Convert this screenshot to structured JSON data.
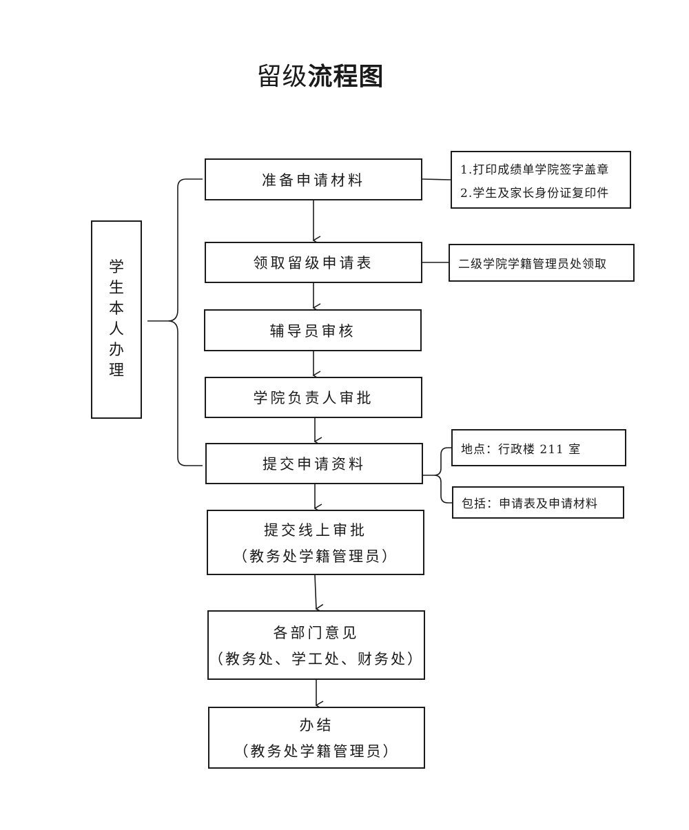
{
  "title": {
    "light": "留级",
    "bold": "流程图"
  },
  "sidebar": {
    "chars": [
      "学",
      "生",
      "本",
      "人",
      "办",
      "理"
    ]
  },
  "steps": {
    "prepare": {
      "line1": "准备申请材料"
    },
    "receive_form": {
      "line1": "领取留级申请表"
    },
    "counselor": {
      "line1": "辅导员审核"
    },
    "college": {
      "line1": "学院负责人审批"
    },
    "submit": {
      "line1": "提交申请资料"
    },
    "online": {
      "line1": "提交线上审批",
      "line2": "（教务处学籍管理员）"
    },
    "departments": {
      "line1": "各部门意见",
      "line2": "（教务处、学工处、财务处）"
    },
    "complete": {
      "line1": "办结",
      "line2": "（教务处学籍管理员）"
    }
  },
  "notes": {
    "prepare": {
      "line1": "1.打印成绩单学院签字盖章",
      "line2": "2.学生及家长身份证复印件"
    },
    "receive_form": {
      "line1": "二级学院学籍管理员处领取"
    },
    "location": {
      "line1": "地点：行政楼 211 室"
    },
    "includes": {
      "line1": "包括：申请表及申请材料"
    }
  }
}
